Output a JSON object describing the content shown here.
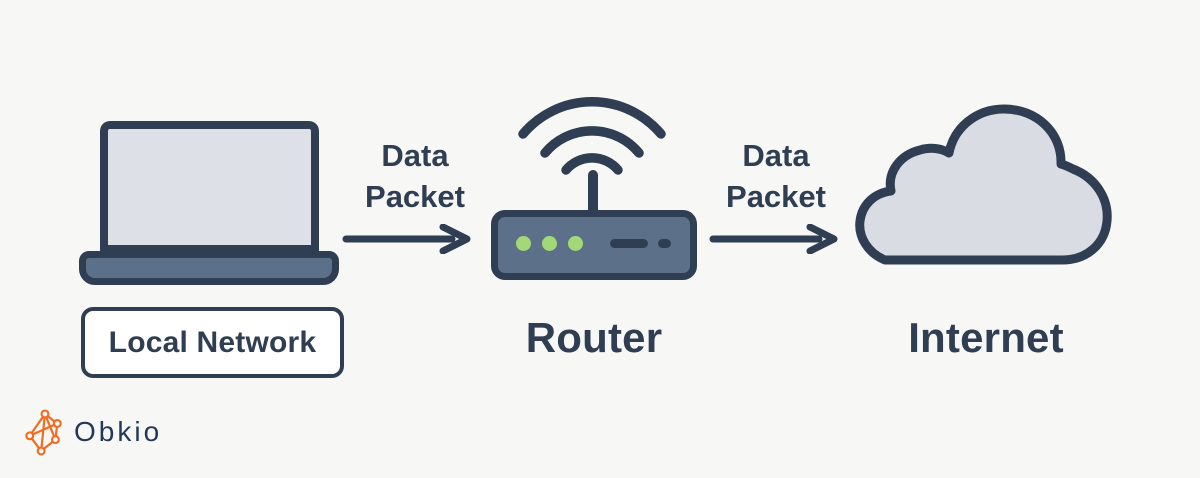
{
  "flow": {
    "nodes": [
      {
        "id": "local-network",
        "label": "Local Network",
        "icon": "laptop-icon"
      },
      {
        "id": "router",
        "label": "Router",
        "icon": "router-icon"
      },
      {
        "id": "internet",
        "label": "Internet",
        "icon": "cloud-icon"
      }
    ],
    "edges": [
      {
        "from": "local-network",
        "to": "router",
        "label_line1": "Data",
        "label_line2": "Packet",
        "icon": "arrow-right-icon"
      },
      {
        "from": "router",
        "to": "internet",
        "label_line1": "Data",
        "label_line2": "Packet",
        "icon": "arrow-right-icon"
      }
    ]
  },
  "brand": {
    "name": "Obkio",
    "icon": "obkio-network-logo-icon"
  },
  "colors": {
    "background": "#f7f7f5",
    "outline_navy": "#2f3e52",
    "device_slate": "#5d7089",
    "screen_gray": "#dde1e7",
    "cloud_gray": "#d9dde3",
    "led_green": "#a2d878",
    "label_box_white": "#ffffff",
    "brand_orange": "#f26b21",
    "brand_text": "#24395a"
  }
}
